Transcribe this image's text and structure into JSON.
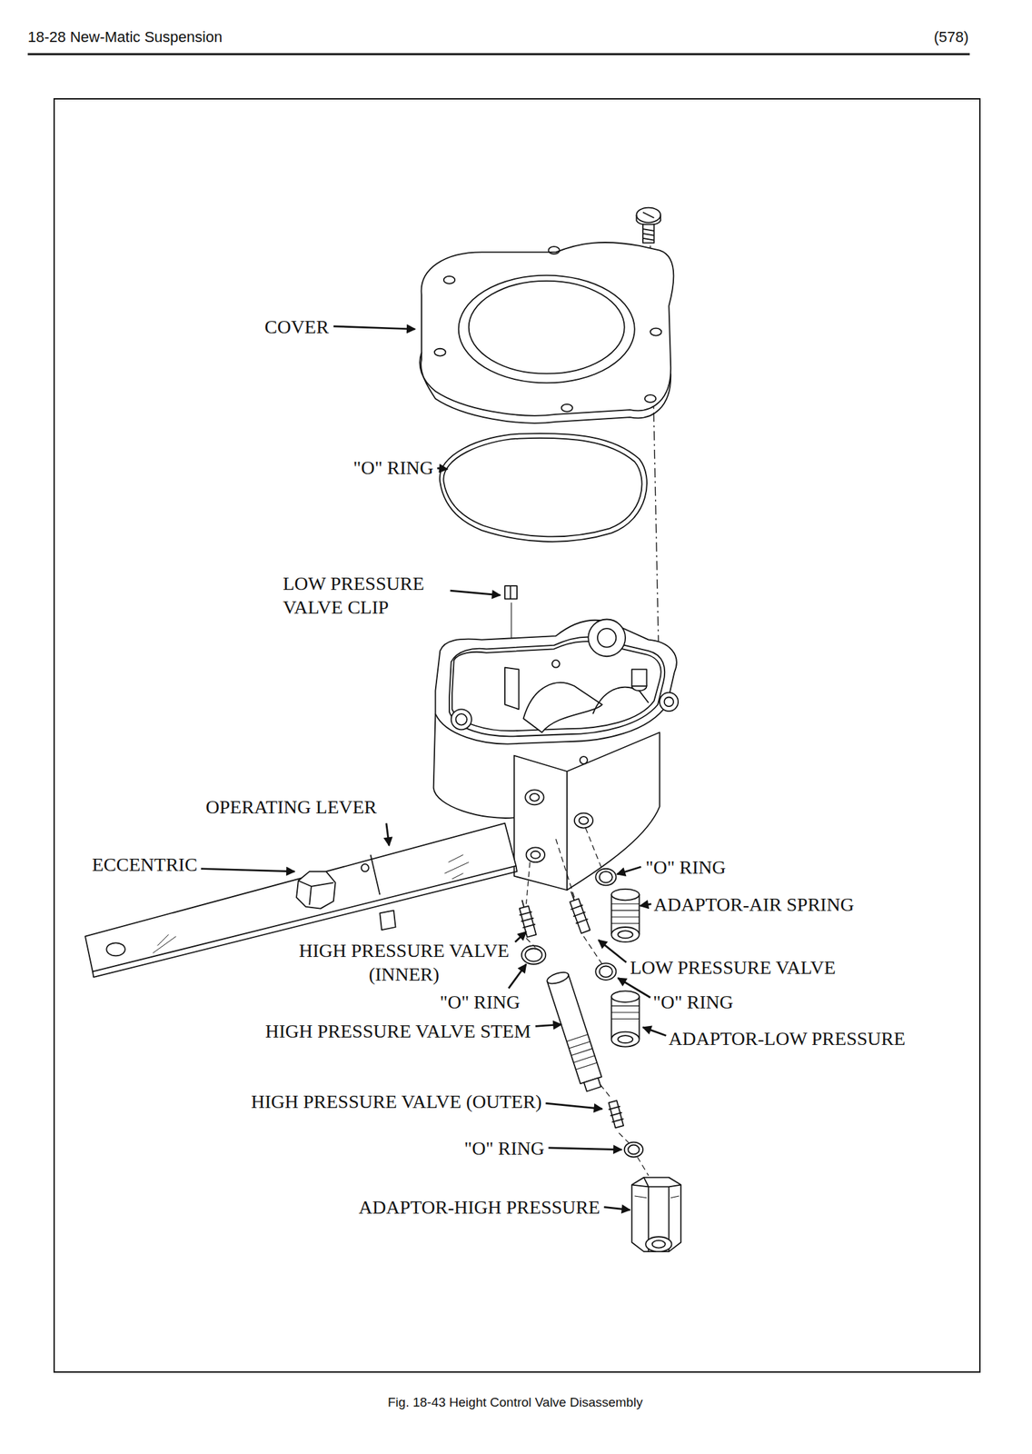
{
  "diagram": {
    "caption": "Fig. 18-43 Height Control Valve Disassembly",
    "labels": [
      "18-28 New-Matic Suspension",
      "(578)",
      "COVER",
      "\"O\" RING",
      "LOW PRESSURE VALVE CLIP",
      "OPERATING LEVER",
      "ECCENTRIC",
      "\"O\" RING",
      "ADAPTOR-AIR SPRING",
      "HIGH PRESSURE VALVE (INNER)",
      "LOW PRESSURE VALVE",
      "\"O\" RING",
      "\"O\" RING",
      "HIGH PRESSURE VALVE STEM",
      "ADAPTOR-LOW PRESSURE",
      "HIGH PRESSURE VALVE (OUTER)",
      "\"O\" RING",
      "ADAPTOR-HIGH PRESSURE"
    ]
  }
}
